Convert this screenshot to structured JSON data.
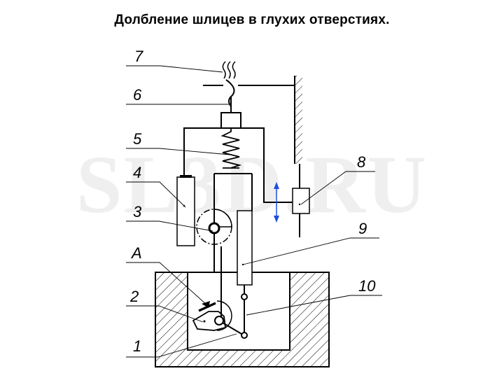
{
  "title": "Долбление шлицев в глухих отверстиях.",
  "watermark": "SL3D.RU",
  "callouts": [
    "7",
    "6",
    "5",
    "4",
    "8",
    "3",
    "9",
    "A",
    "10",
    "2",
    "1"
  ],
  "colors": {
    "line": "#000000",
    "arrow": "#1f4fe0",
    "hatch": "#000000",
    "watermark": "#efefef"
  }
}
